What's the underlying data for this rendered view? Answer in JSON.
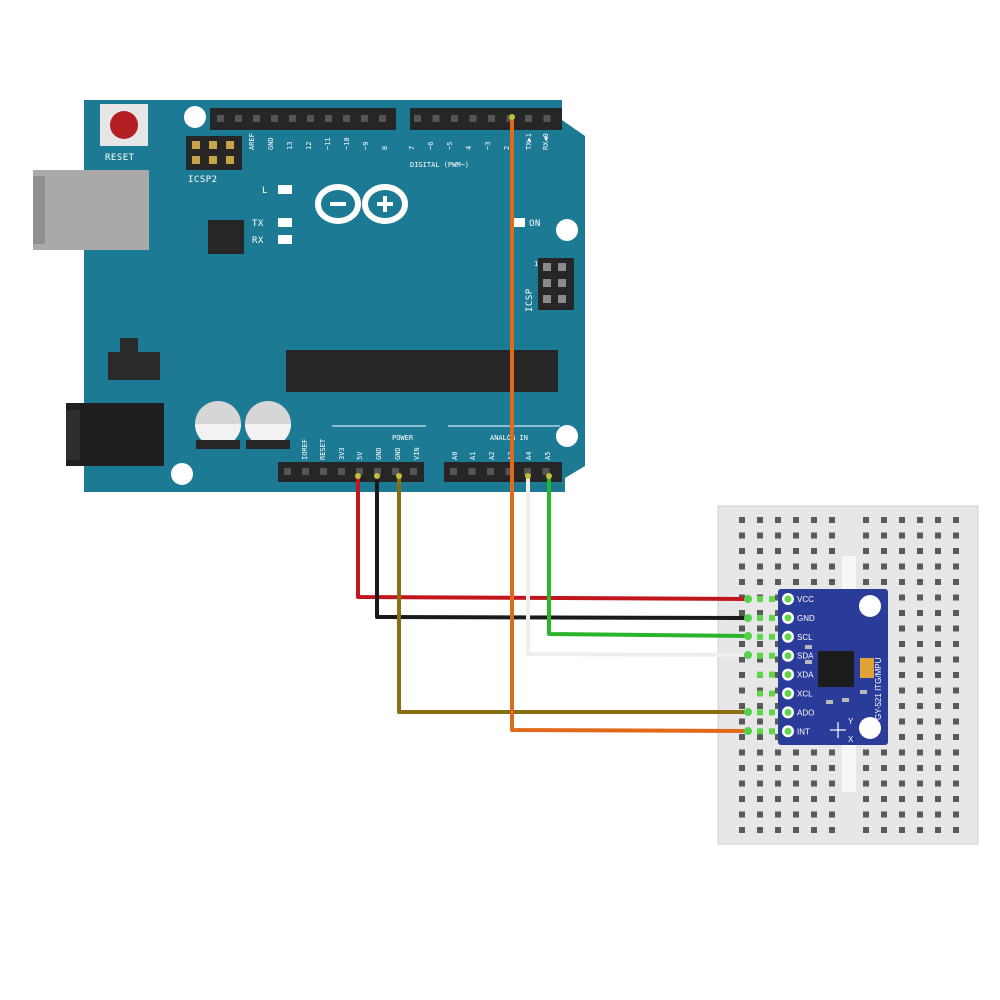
{
  "arduino": {
    "reset_label": "RESET",
    "icsp2_label": "ICSP2",
    "icsp_label": "ICSP",
    "l_label": "L",
    "tx_label": "TX",
    "rx_label": "RX",
    "on_label": "ON",
    "digital_label": "DIGITAL (PWM~)",
    "power_label": "POWER",
    "analog_label": "ANALOG IN",
    "icsp1_marker": "1",
    "top_pins": [
      "AREF",
      "GND",
      "13",
      "12",
      "~11",
      "~10",
      "~9",
      "8",
      "7",
      "~6",
      "~5",
      "4",
      "~3",
      "2",
      "TX▶1",
      "RX◀0"
    ],
    "power_pins": [
      "IOREF",
      "RESET",
      "3V3",
      "5V",
      "GND",
      "GND",
      "VIN"
    ],
    "analog_pins": [
      "A0",
      "A1",
      "A2",
      "A3",
      "A4",
      "A5"
    ]
  },
  "mpu": {
    "pins": [
      "VCC",
      "GND",
      "SCL",
      "SDA",
      "XDA",
      "XCL",
      "ADO",
      "INT"
    ],
    "chip_label": "ITG/MPU",
    "model_label": "GY-521",
    "axis_x": "X",
    "axis_y": "Y"
  },
  "wires": [
    {
      "name": "vcc-wire",
      "color": "#c0161c"
    },
    {
      "name": "gnd-wire",
      "color": "#1a1a1a"
    },
    {
      "name": "scl-wire",
      "color": "#2ab52a"
    },
    {
      "name": "sda-wire",
      "color": "#eeeeee"
    },
    {
      "name": "ado-wire",
      "color": "#8b6d16"
    },
    {
      "name": "int-wire",
      "color": "#e06a1a"
    }
  ],
  "colors": {
    "board": "#1d7a94",
    "mpu": "#2a3b9a",
    "breadboard": "#e9e9e9"
  }
}
